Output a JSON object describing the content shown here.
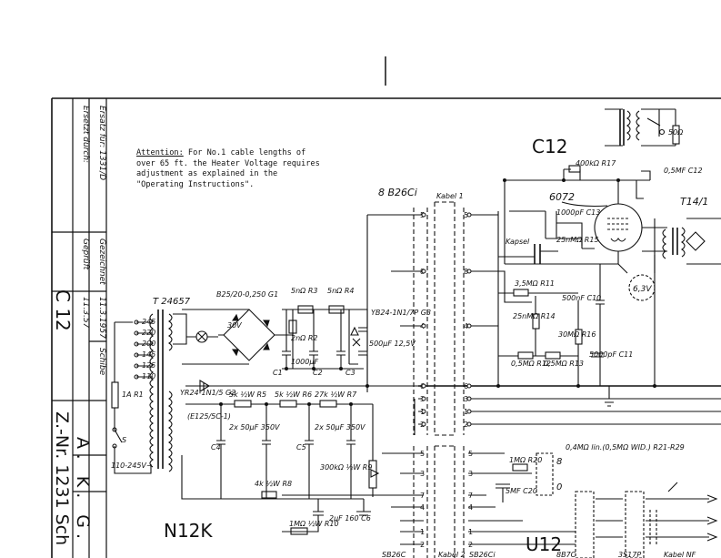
{
  "note": {
    "heading": "Attention:",
    "line1": " For No.1 cable lengths of",
    "line2": "over 65 ft. the Heater Voltage requires",
    "line3": "adjustment as explained in the",
    "line4": "\"Operating Instructions\"."
  },
  "title_block": {
    "row1": "Ersatz für: 1331/D",
    "row2": "Ersetzt durch:",
    "gezeichnet_label": "Gezeichnet",
    "gezeichnet_date": "11.3.1957",
    "geprueft_label": "Geprüft",
    "geprueft_date": "11.3.57",
    "sig1": "Schibe",
    "model": "C 12",
    "drawing_no": "Z.-Nr. 1231 Sch",
    "company": "A. K. G."
  },
  "labels": {
    "c12": "C12",
    "n12k": "N12K",
    "u12": "U12",
    "tube": "6072",
    "t1": "T 24657",
    "t14": "T14/1",
    "plug": "8 B26Ci",
    "kabel": "Kabel 1",
    "r17": "400kΩ R17",
    "c12cap": "0,5MF C12",
    "r50": "50Ω",
    "c13": "1000pF C13",
    "r15": "25nMΩ R15",
    "kapsel": "Kapsel",
    "r11": "3,5MΩ R11",
    "r14": "25nMΩ R14",
    "c10": "500nF C10",
    "lamp": "6,3V",
    "r12": "0,5MΩ R12",
    "r13": "0,5MΩ R13",
    "r16": "30MΩ R16",
    "c11": "5000pF C11",
    "g1": "B25/20-0,250 G1",
    "r3": "5nΩ R3",
    "r4": "5nΩ R4",
    "r2": "2nΩ R2",
    "c1": "C1",
    "c2": "C2",
    "c3": "C3",
    "v30": "30V",
    "c30": "1000μF",
    "g3": "YB24-1N1/7P G3",
    "c125": "500μF 12,5V",
    "taps": [
      "245",
      "220",
      "200",
      "145",
      "125",
      "110"
    ],
    "r1": "1A R1",
    "s": "S",
    "mains": "110-245V~",
    "g2": "YR24-1N1/5 G2",
    "e125": "(E125/5C-1)",
    "r5": "5k ½W R5",
    "r6": "5k ½W R6",
    "r7": "27k ½W R7",
    "c4": "C4",
    "c5": "C5",
    "cap2x50": "2x 50μF 350V",
    "cap2x50b": "2x 50μF 350V",
    "r8": "4k ½W R8",
    "r9": "300kΩ ½W R9",
    "c6": "2μF 160 C6",
    "r10": "1MΩ ½W R10",
    "r20": "1MΩ R20",
    "c20": "5MF C20",
    "lin": "0,4MΩ lin.(0,5MΩ WID.) R21-R29",
    "pins_left": [
      "5",
      "8",
      "4",
      "6",
      "3",
      "1",
      "2"
    ],
    "pins_lower": [
      "5",
      "3",
      "7",
      "4",
      "1",
      "2"
    ],
    "fig8": "8",
    "fig0": "0",
    "bottom": "SB26C",
    "bottom2": "Kabel 2",
    "bottom3": "SB26Ci",
    "bottom4": "8B7C",
    "bottom5": "3S17P",
    "bottom6": "Kabel NF"
  }
}
